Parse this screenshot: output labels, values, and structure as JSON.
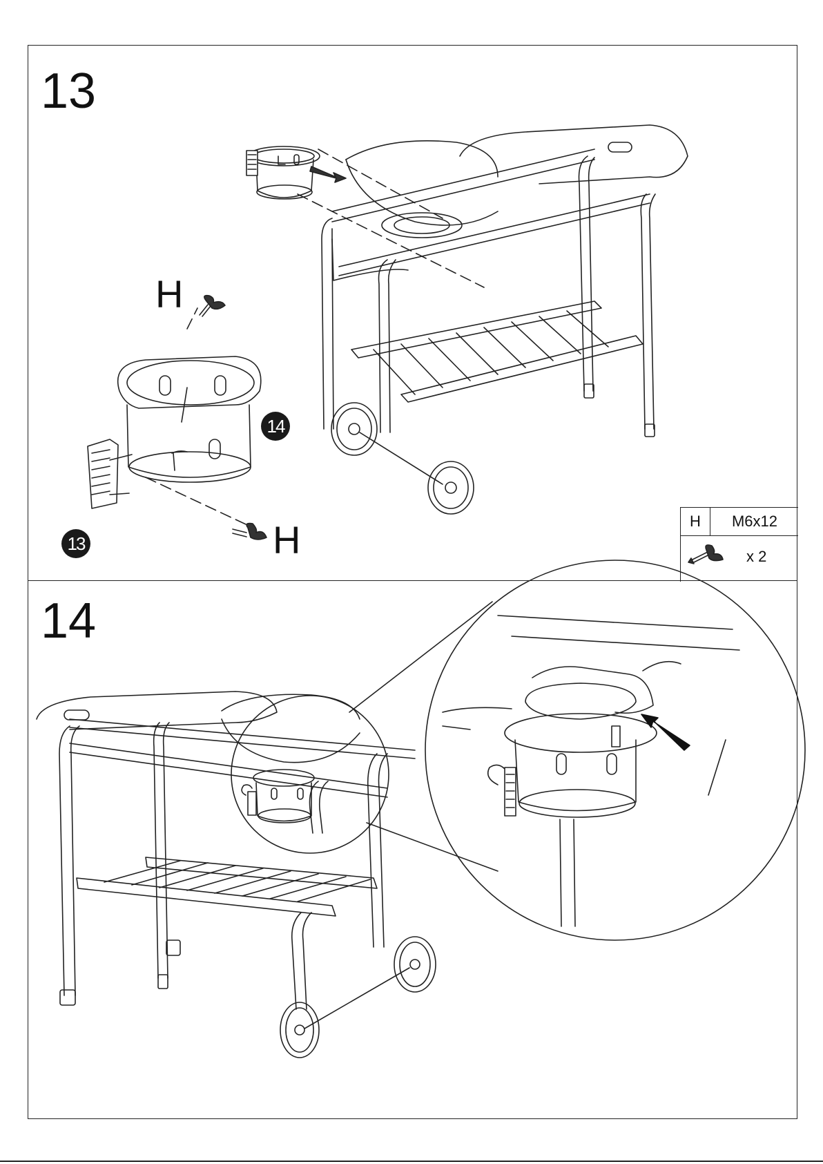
{
  "step13": {
    "number": "13",
    "callout_top": "H",
    "callout_bottom": "H",
    "badge_a": "14",
    "badge_b": "13",
    "parts": {
      "letter": "H",
      "spec": "M6x12",
      "qty": "x 2",
      "icon": "wing-bolt-icon"
    }
  },
  "step14": {
    "number": "14"
  }
}
